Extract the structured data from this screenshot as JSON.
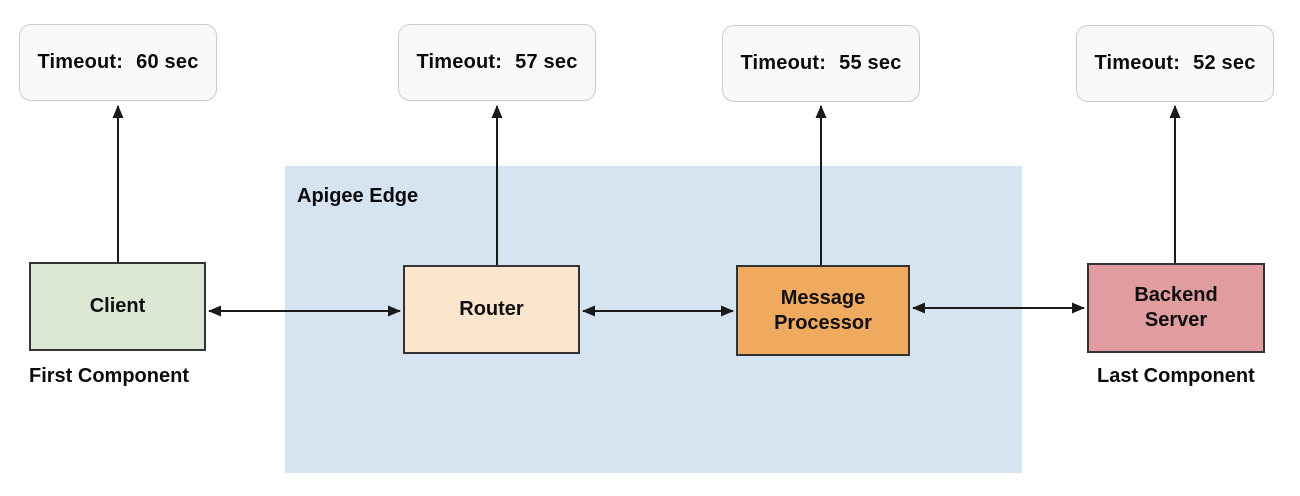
{
  "timeouts": [
    {
      "label": "Timeout:",
      "value": "60 sec"
    },
    {
      "label": "Timeout:",
      "value": "57 sec"
    },
    {
      "label": "Timeout:",
      "value": "55 sec"
    },
    {
      "label": "Timeout:",
      "value": "52 sec"
    }
  ],
  "group": {
    "label": "Apigee Edge",
    "fill": "#d6e4f2"
  },
  "components": {
    "client": {
      "label": "Client",
      "fill": "#dce8d4",
      "caption": "First Component"
    },
    "router": {
      "label": "Router",
      "fill": "#fce5cd"
    },
    "message_processor": {
      "label": "Message Processor",
      "fill": "#f0aa60"
    },
    "backend_server": {
      "label": "Backend Server",
      "fill": "#e09c9e",
      "caption": "Last Component"
    }
  },
  "style": {
    "timeout_fill": "#f7f9fa",
    "timeout_border": "#c9cdd1",
    "component_border": "#333333",
    "arrow_color": "#1a1a1a",
    "background": "#ffffff"
  }
}
